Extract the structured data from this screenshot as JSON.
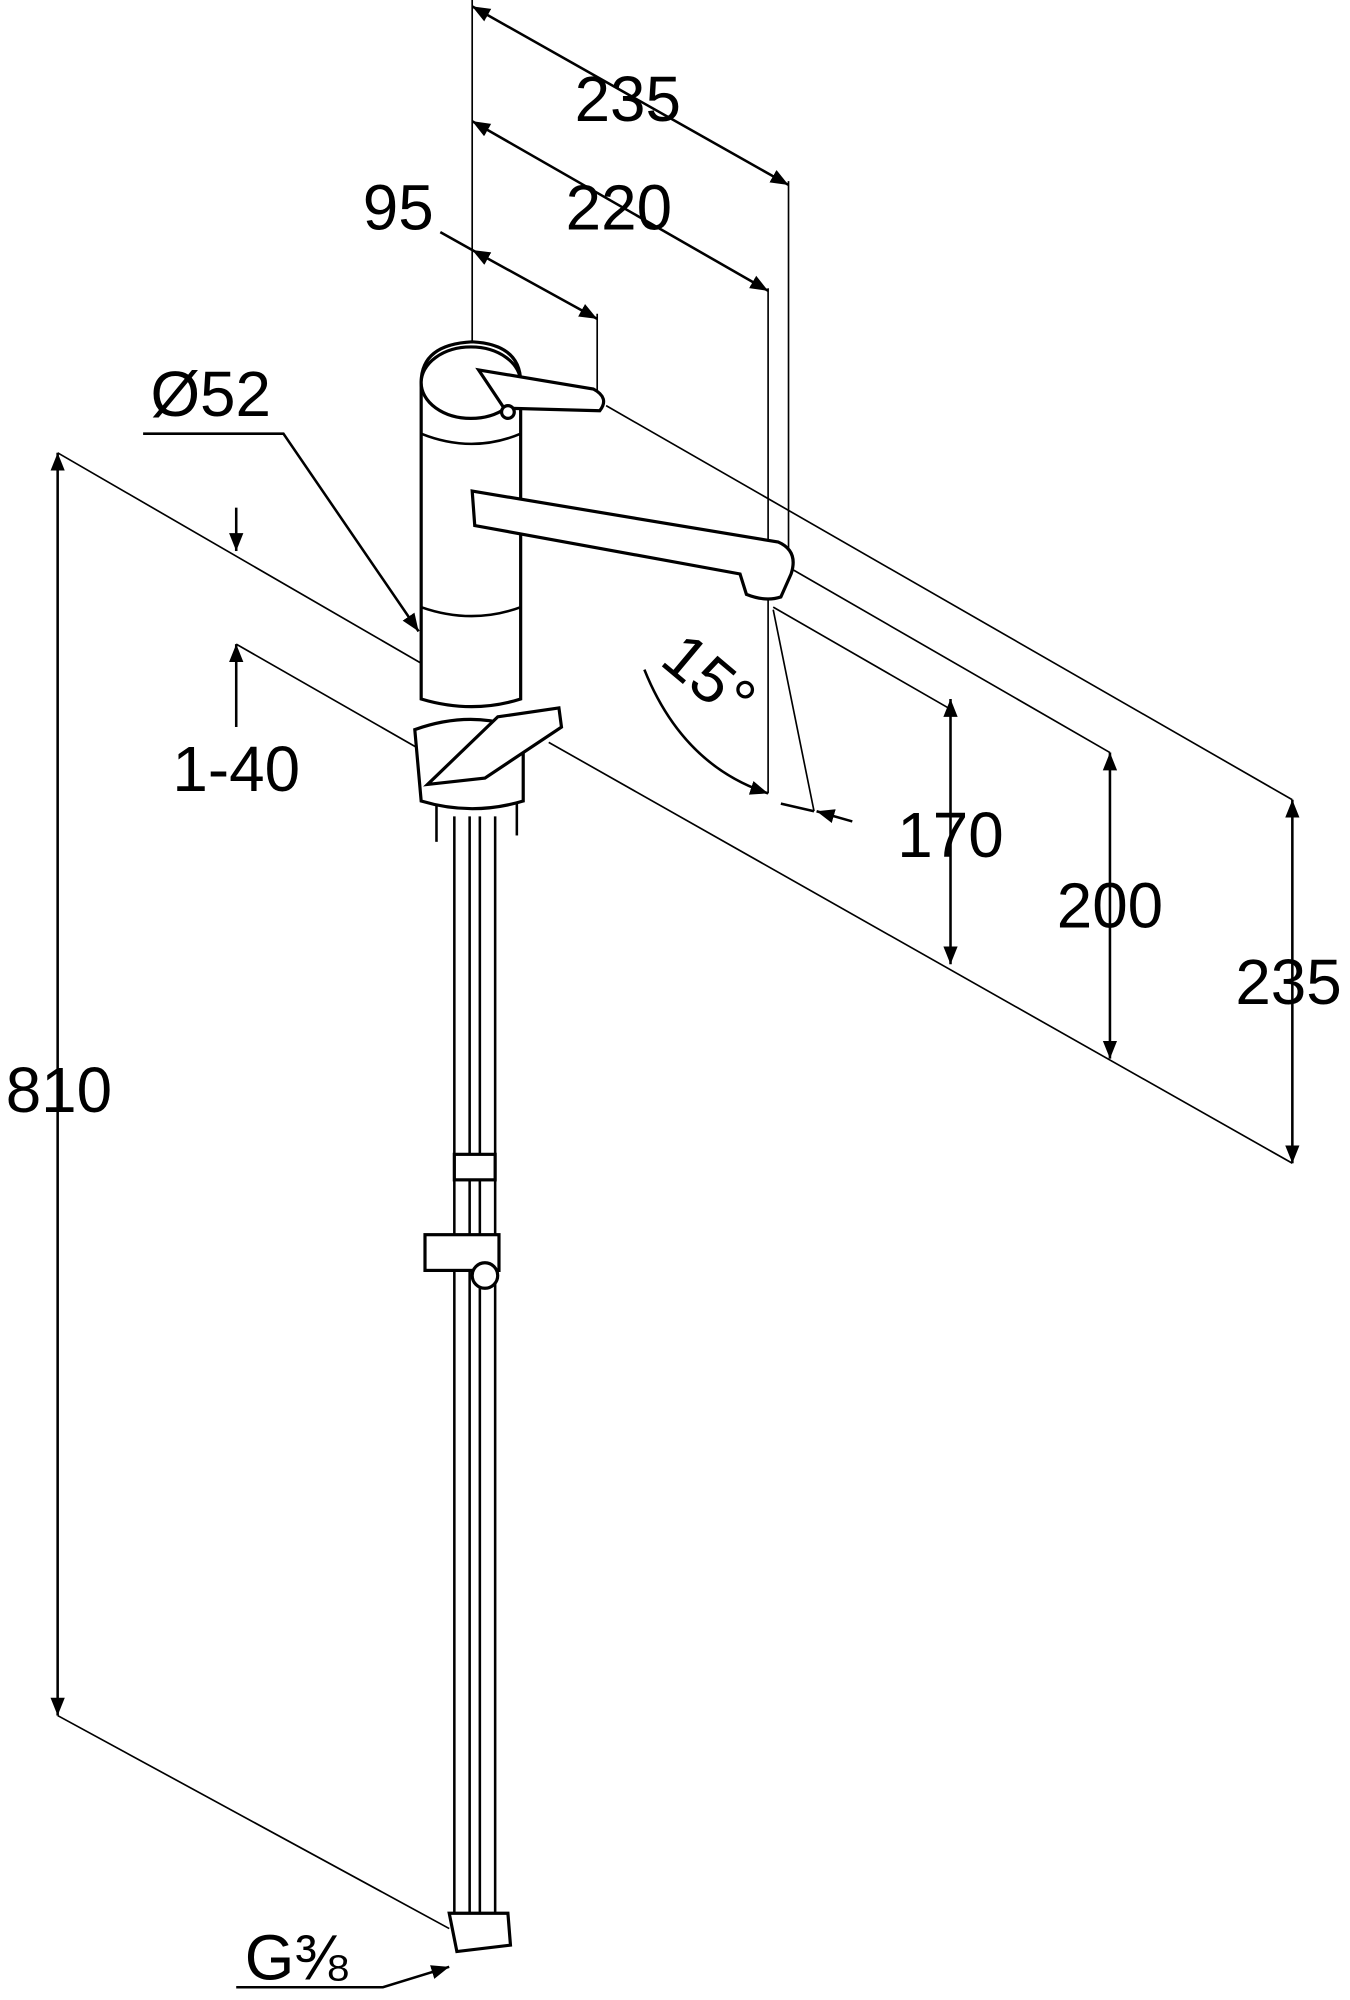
{
  "title": "Kitchen faucet dimension drawing",
  "dimensions": {
    "reach_total": "235",
    "reach_spout": "220",
    "lever_offset": "95",
    "body_diameter": "Ø52",
    "countertop_thickness": "1-40",
    "swivel_angle": "15°",
    "spout_height": "170",
    "spout_top_height": "200",
    "lever_height": "235",
    "hose_length": "810",
    "connection_thread": "G⅜"
  },
  "colors": {
    "line": "#000000",
    "background": "#ffffff"
  }
}
